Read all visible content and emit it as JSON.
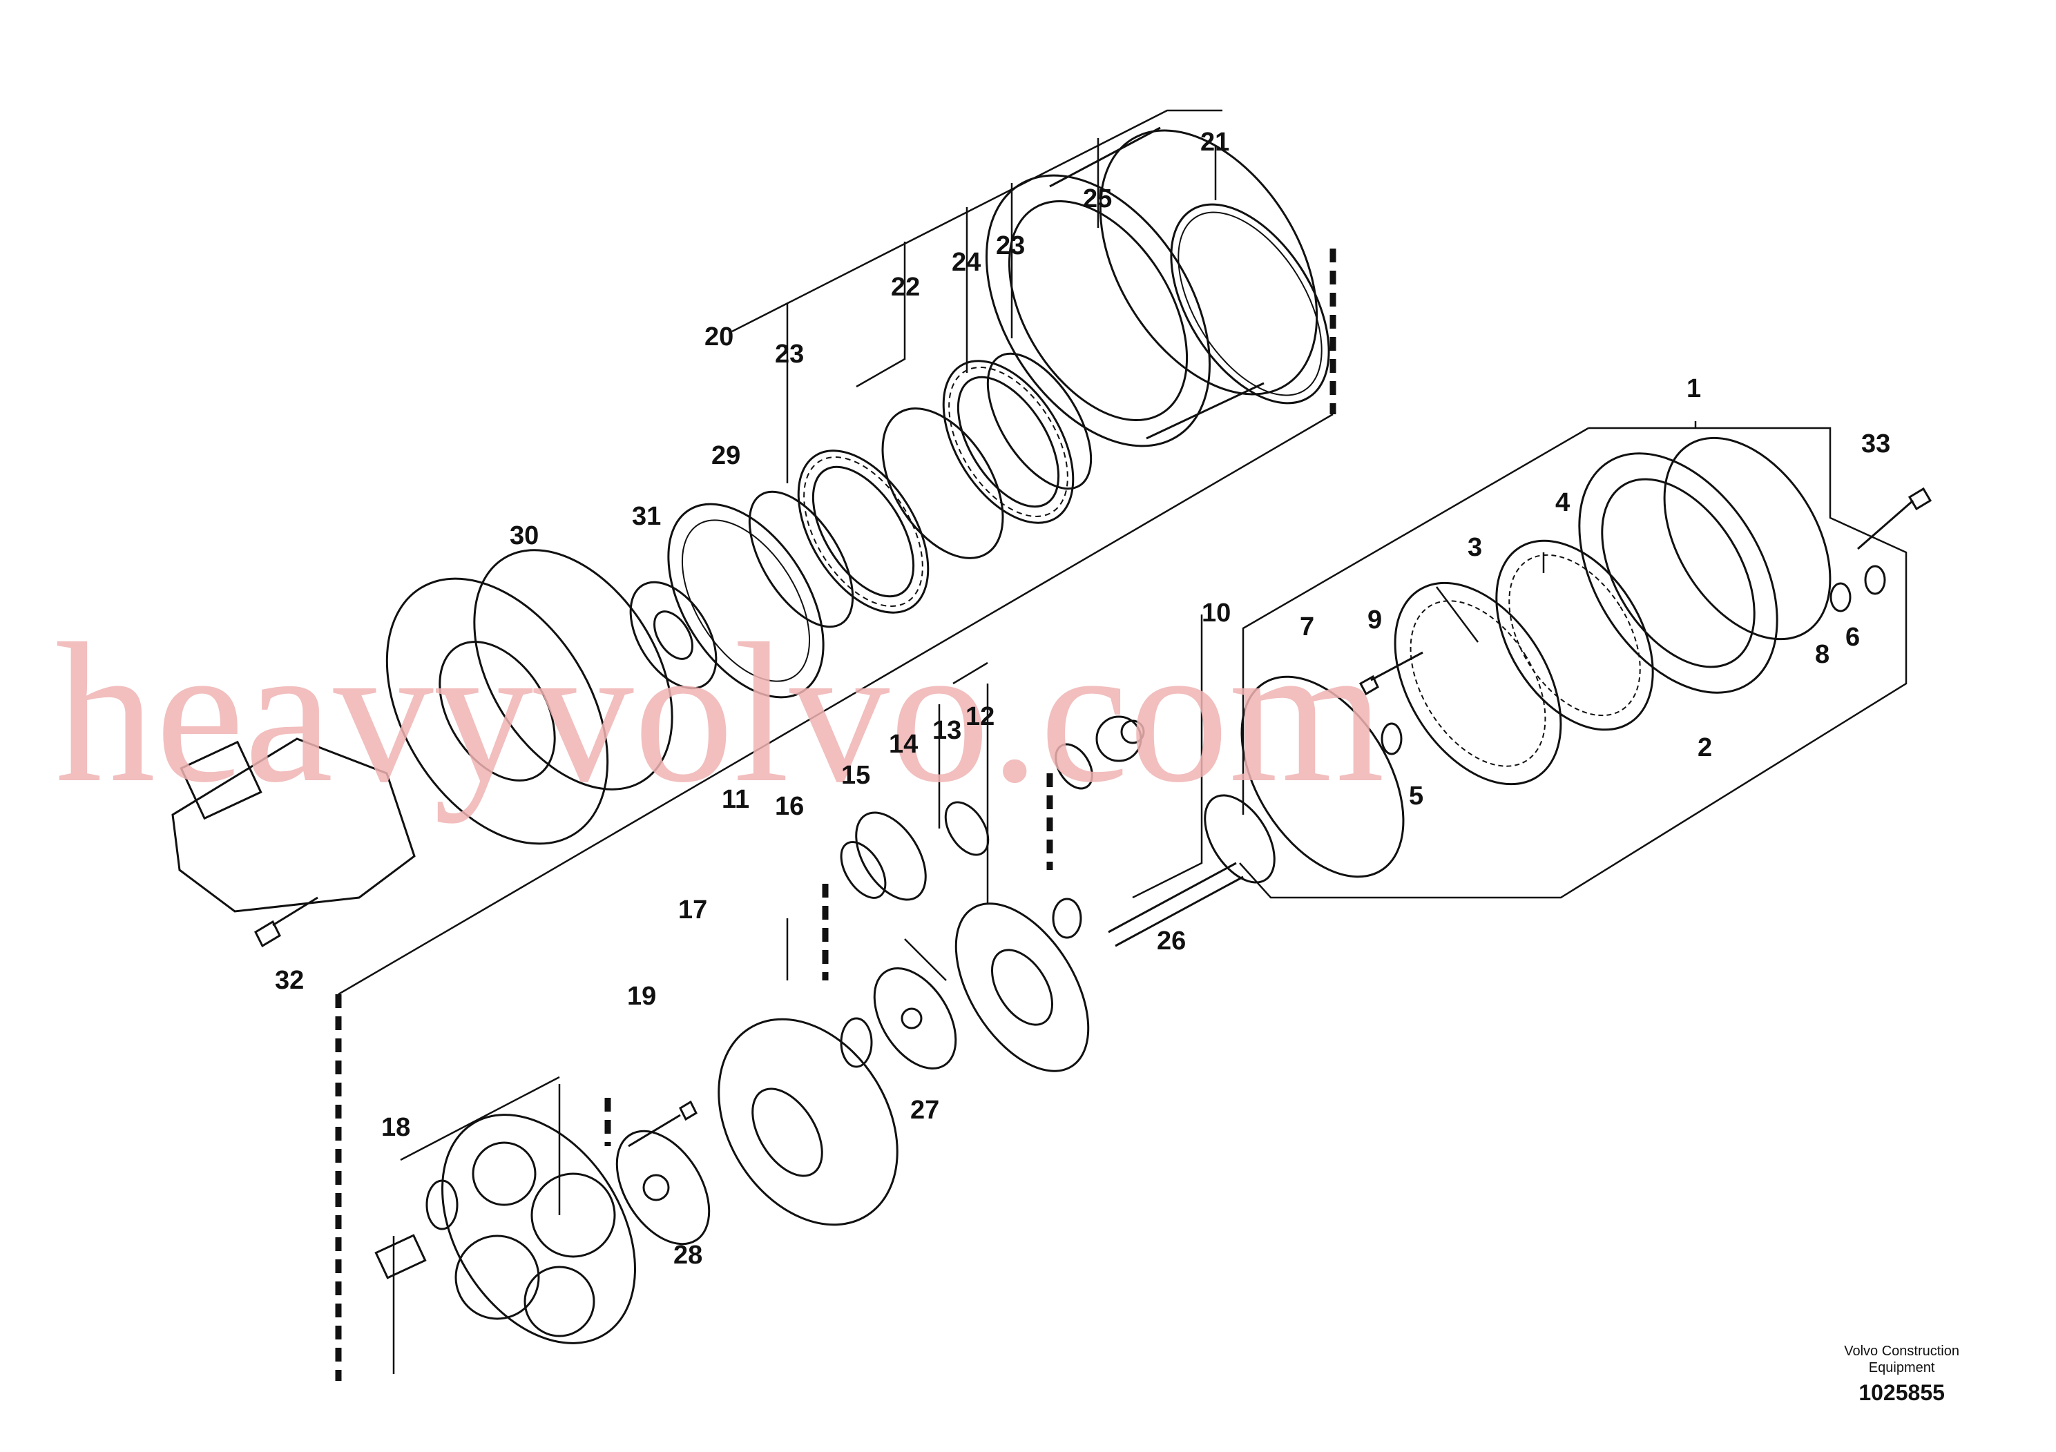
{
  "watermark": "heavyvolvo.com",
  "footer": {
    "publisher_line1": "Volvo Construction",
    "publisher_line2": "Equipment",
    "drawing_number": "1025855"
  },
  "callouts": [
    "1",
    "2",
    "3",
    "4",
    "5",
    "6",
    "7",
    "8",
    "9",
    "10",
    "11",
    "12",
    "13",
    "14",
    "15",
    "16",
    "17",
    "18",
    "19",
    "20",
    "21",
    "22",
    "23",
    "23",
    "24",
    "25",
    "26",
    "27",
    "28",
    "29",
    "30",
    "31",
    "32",
    "33"
  ]
}
